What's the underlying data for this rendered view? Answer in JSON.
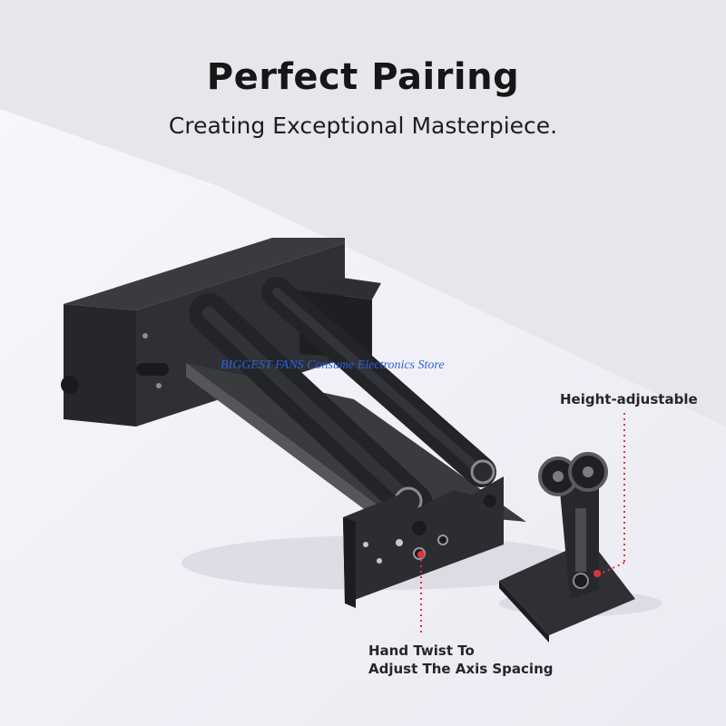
{
  "headline": {
    "title": "Perfect Pairing",
    "subtitle": "Creating Exceptional Masterpiece."
  },
  "watermark": "BIGGEST FANS Consume Electronics Store",
  "callouts": {
    "height": "Height-adjustable",
    "twist_line1": "Hand Twist To",
    "twist_line2": "Adjust The Axis Spacing"
  },
  "colors": {
    "accent_dot": "#e0323a",
    "metal": "#2b2c30",
    "watermark": "#2a5fe0"
  },
  "icons": [
    "rotary-roller-device-icon",
    "height-support-stand-icon"
  ]
}
